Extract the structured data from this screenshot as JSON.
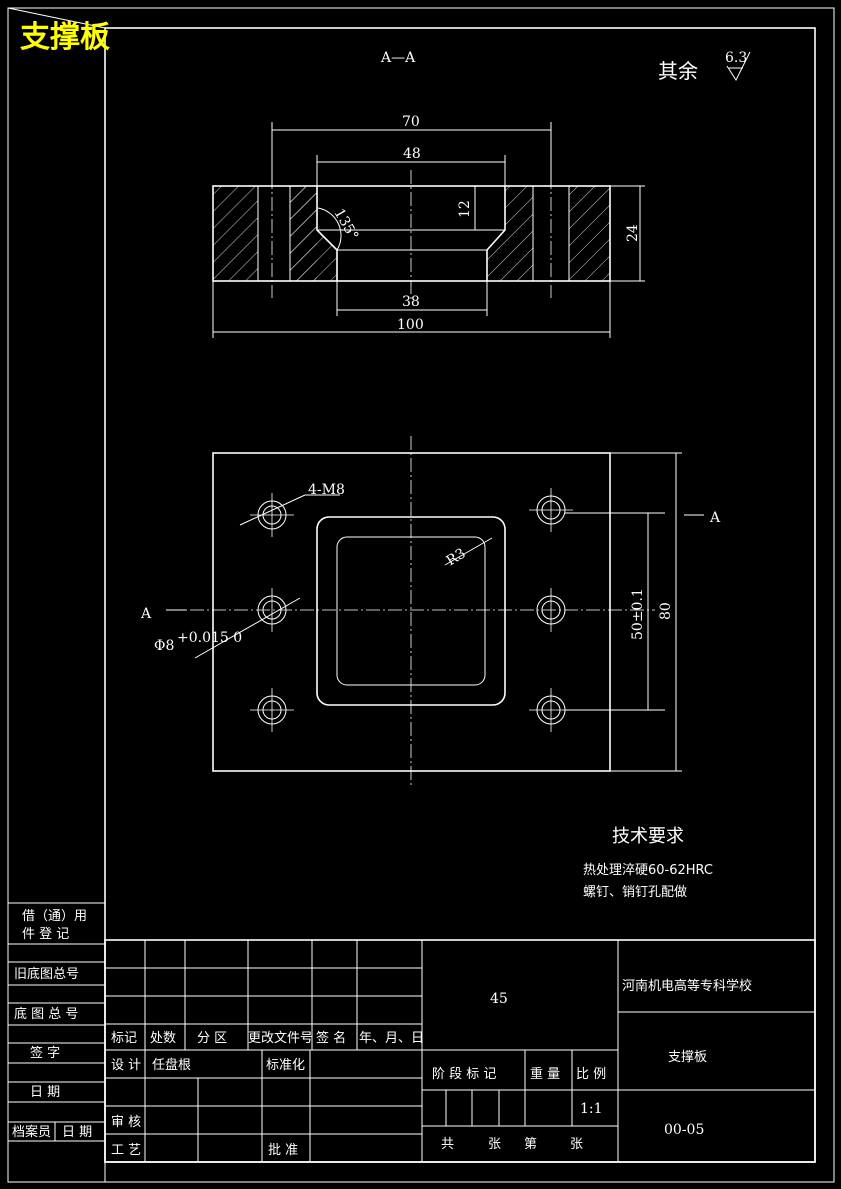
{
  "drawing": {
    "title_tag": "支撑板",
    "section_label": "A—A",
    "roughness": {
      "prefix": "其余",
      "value": "6.3"
    },
    "section_dims": {
      "d70": "70",
      "d48": "48",
      "d12": "12",
      "d24": "24",
      "d38": "38",
      "d100": "100",
      "angle": "135°"
    },
    "plan_dims": {
      "thread": "4-M8",
      "radius": "R3",
      "hole": "Φ8",
      "hole_tol": "+0.015 0",
      "d50": "50±0.1",
      "d80": "80",
      "section_mark": "A"
    },
    "tech_req": {
      "heading": "技术要求",
      "line1": "热处理淬硬60-62HRC",
      "line2": "螺钉、销钉孔配做"
    }
  },
  "left_strip": {
    "borrow_reg": [
      "借（通）用",
      "件 登 记"
    ],
    "old_drawing_no": "旧底图总号",
    "drawing_no": "底 图 总 号",
    "signature": "签    字",
    "date": "日    期",
    "archivist": [
      "档案员",
      "日 期"
    ]
  },
  "title_block": {
    "headers": [
      "标记",
      "处数",
      "分 区",
      "更改文件号",
      "签 名",
      "年、月、日"
    ],
    "design": "设 计",
    "designer": "任盘根",
    "standardize": "标准化",
    "review": "审 核",
    "process": "工 艺",
    "approve": "批 准",
    "material": "45",
    "stage_mark": "阶 段 标 记",
    "weight": "重 量",
    "ratio": "比 例",
    "scale": "1:1",
    "sheets": [
      "共",
      "张",
      "第",
      "张"
    ],
    "school": "河南机电高等专科学校",
    "part_name": "支撑板",
    "part_no": "00-05"
  }
}
